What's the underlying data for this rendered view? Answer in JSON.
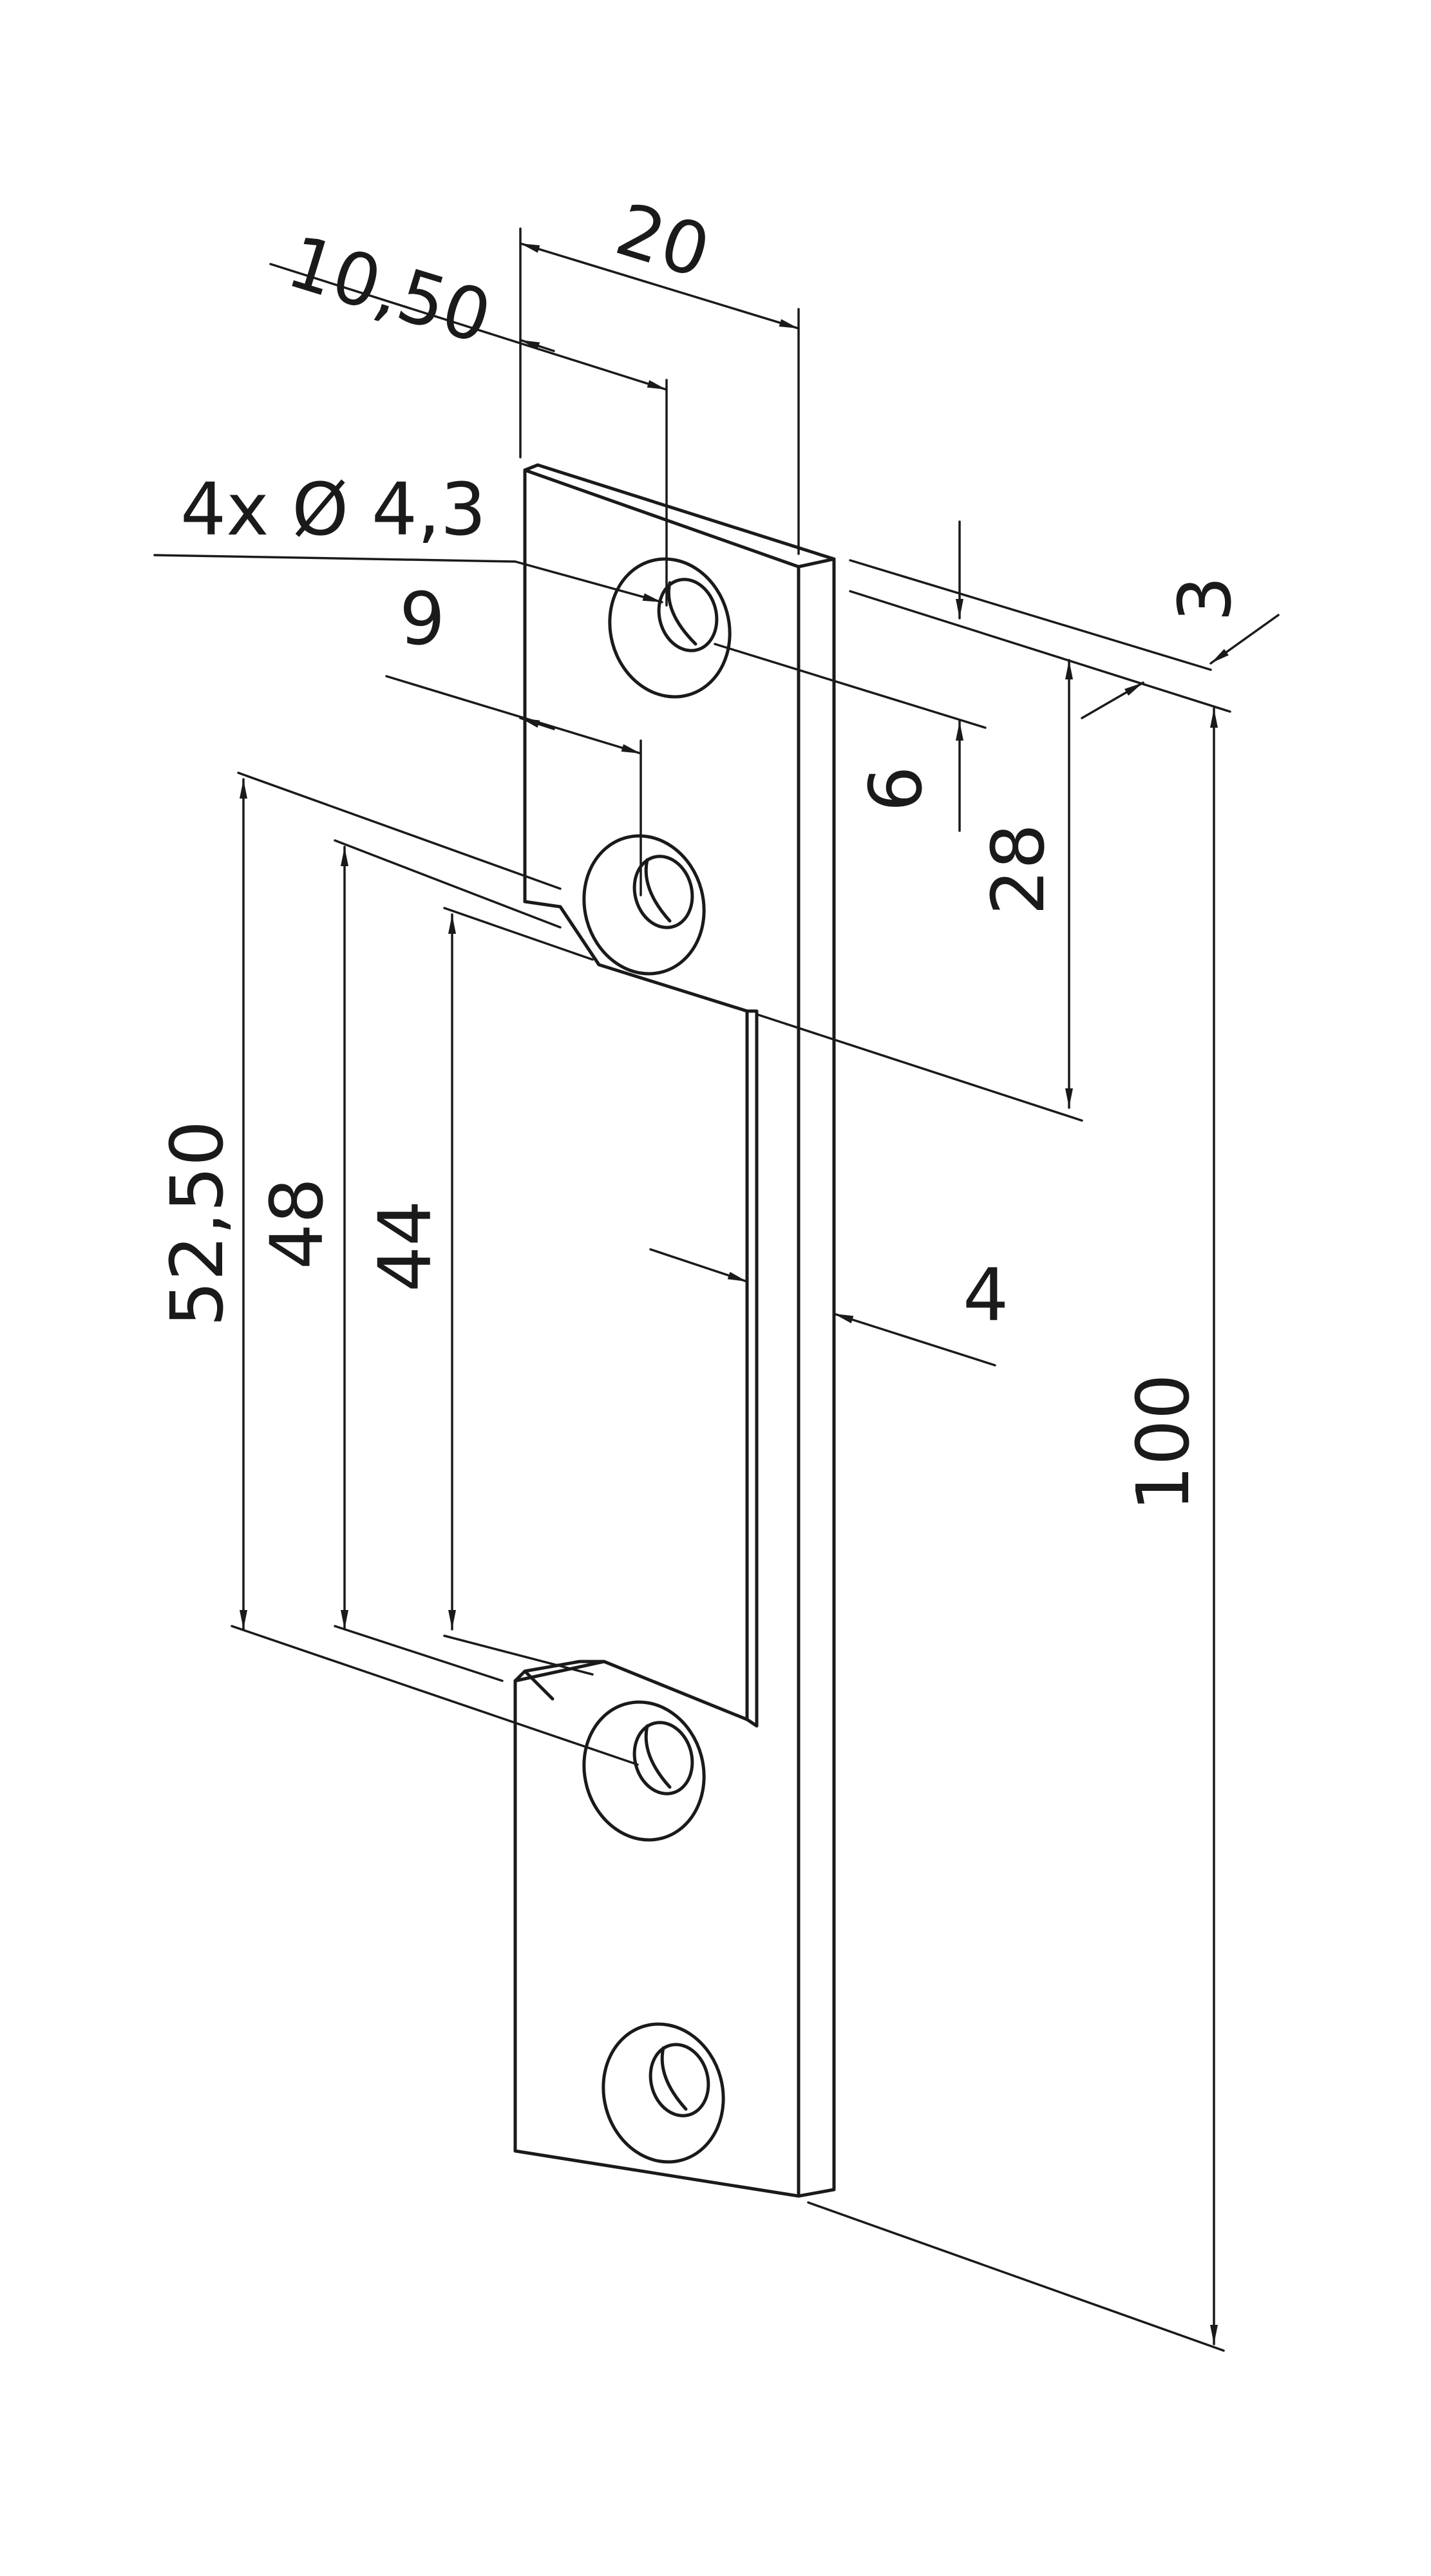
{
  "drawing": {
    "dimensions": {
      "offset_10_50": "10,50",
      "width_20": "20",
      "holes": "4x Ø 4,3",
      "offset_9": "9",
      "spacing_6": "6",
      "thickness_3": "3",
      "height_28": "28",
      "length_52_50": "52,50",
      "length_48": "48",
      "length_44": "44",
      "depth_4": "4",
      "total_100": "100"
    },
    "colors": {
      "line": "#1a1a1a",
      "background": "#ffffff"
    }
  }
}
